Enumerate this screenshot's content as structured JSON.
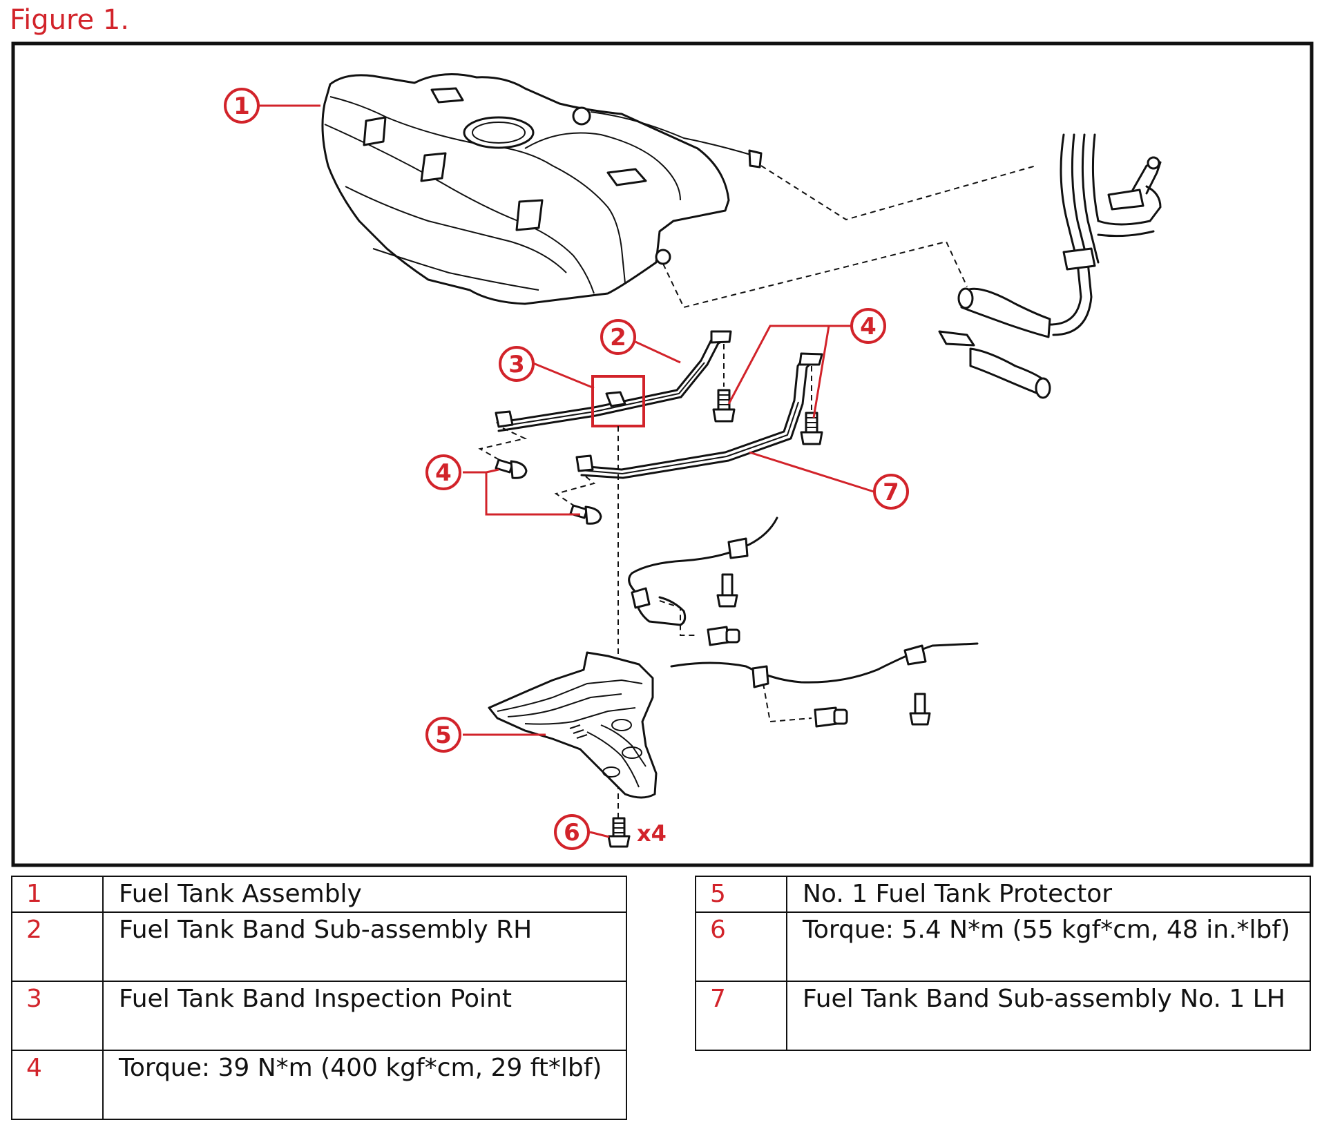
{
  "figure_title": "Figure 1.",
  "callouts": [
    {
      "label": "1"
    },
    {
      "label": "2"
    },
    {
      "label": "3"
    },
    {
      "label": "4"
    },
    {
      "label": "4"
    },
    {
      "label": "7"
    },
    {
      "label": "5"
    },
    {
      "label": "6"
    }
  ],
  "quantity_label": "x4",
  "colors": {
    "accent": "#d2232a",
    "line": "#111111"
  },
  "legend_left": [
    {
      "num": "1",
      "text": "Fuel Tank Assembly"
    },
    {
      "num": "2",
      "text": "Fuel Tank Band Sub-assembly RH"
    },
    {
      "num": "3",
      "text": "Fuel Tank Band Inspection Point"
    },
    {
      "num": "4",
      "text": "Torque: 39 N*m (400 kgf*cm, 29 ft*lbf)"
    }
  ],
  "legend_right": [
    {
      "num": "5",
      "text": "No. 1 Fuel Tank Protector"
    },
    {
      "num": "6",
      "text": "Torque: 5.4 N*m (55 kgf*cm, 48 in.*lbf)"
    },
    {
      "num": "7",
      "text": "Fuel Tank Band Sub-assembly No. 1 LH"
    }
  ]
}
